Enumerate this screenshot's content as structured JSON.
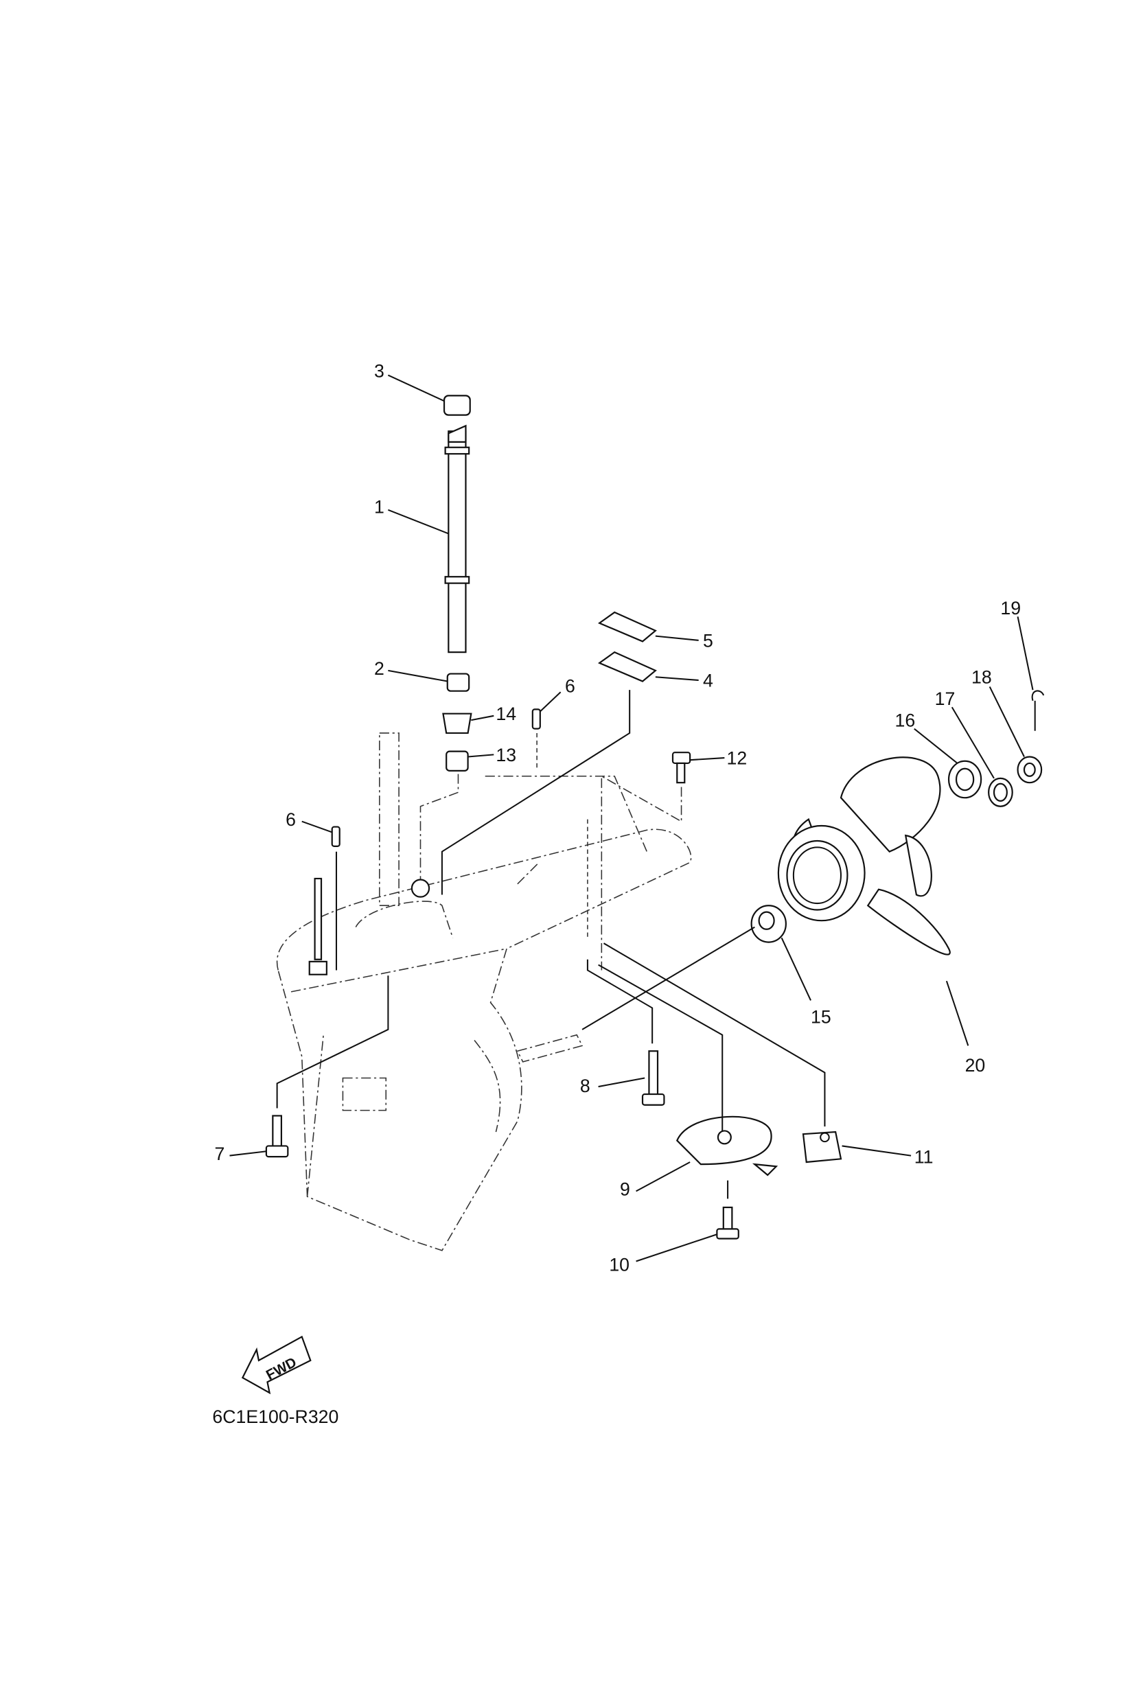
{
  "diagram": {
    "callouts": {
      "c1": "1",
      "c2": "2",
      "c3": "3",
      "c4": "4",
      "c5": "5",
      "c6a": "6",
      "c6b": "6",
      "c7": "7",
      "c8": "8",
      "c9": "9",
      "c10": "10",
      "c11": "11",
      "c12": "12",
      "c13": "13",
      "c14": "14",
      "c15": "15",
      "c16": "16",
      "c17": "17",
      "c18": "18",
      "c19": "19",
      "c20": "20"
    },
    "fwd_label": "FWD",
    "caption": "6C1E100-R320"
  }
}
